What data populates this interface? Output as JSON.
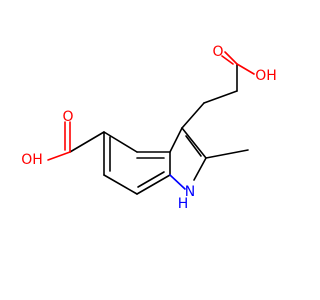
{
  "molecule": {
    "colors": {
      "bond": "#000000",
      "oxygen": "#ff0000",
      "nitrogen": "#0000ff"
    },
    "atoms": {
      "o_acid1_carbonyl": "O",
      "o_acid1_hydroxyl": "OH",
      "o_acid2_carbonyl": "O",
      "o_acid2_hydroxyl": "OH",
      "n_ring": "H",
      "n_ring_n": "N"
    }
  }
}
